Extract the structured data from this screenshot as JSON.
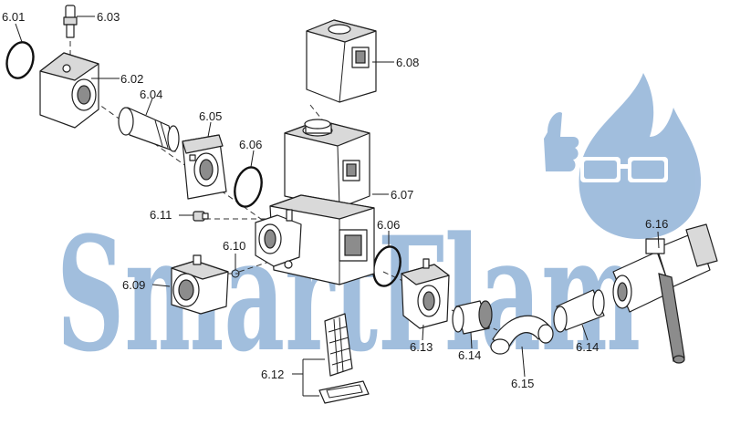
{
  "watermark": {
    "text": "SmartFlam",
    "color": "#9dbbdc"
  },
  "parts": [
    {
      "id": "6.01"
    },
    {
      "id": "6.02"
    },
    {
      "id": "6.03"
    },
    {
      "id": "6.04"
    },
    {
      "id": "6.05"
    },
    {
      "id": "6.06"
    },
    {
      "id": "6.06"
    },
    {
      "id": "6.07"
    },
    {
      "id": "6.08"
    },
    {
      "id": "6.09"
    },
    {
      "id": "6.10"
    },
    {
      "id": "6.11"
    },
    {
      "id": "6.12"
    },
    {
      "id": "6.13"
    },
    {
      "id": "6.14"
    },
    {
      "id": "6.14"
    },
    {
      "id": "6.15"
    },
    {
      "id": "6.16"
    }
  ]
}
